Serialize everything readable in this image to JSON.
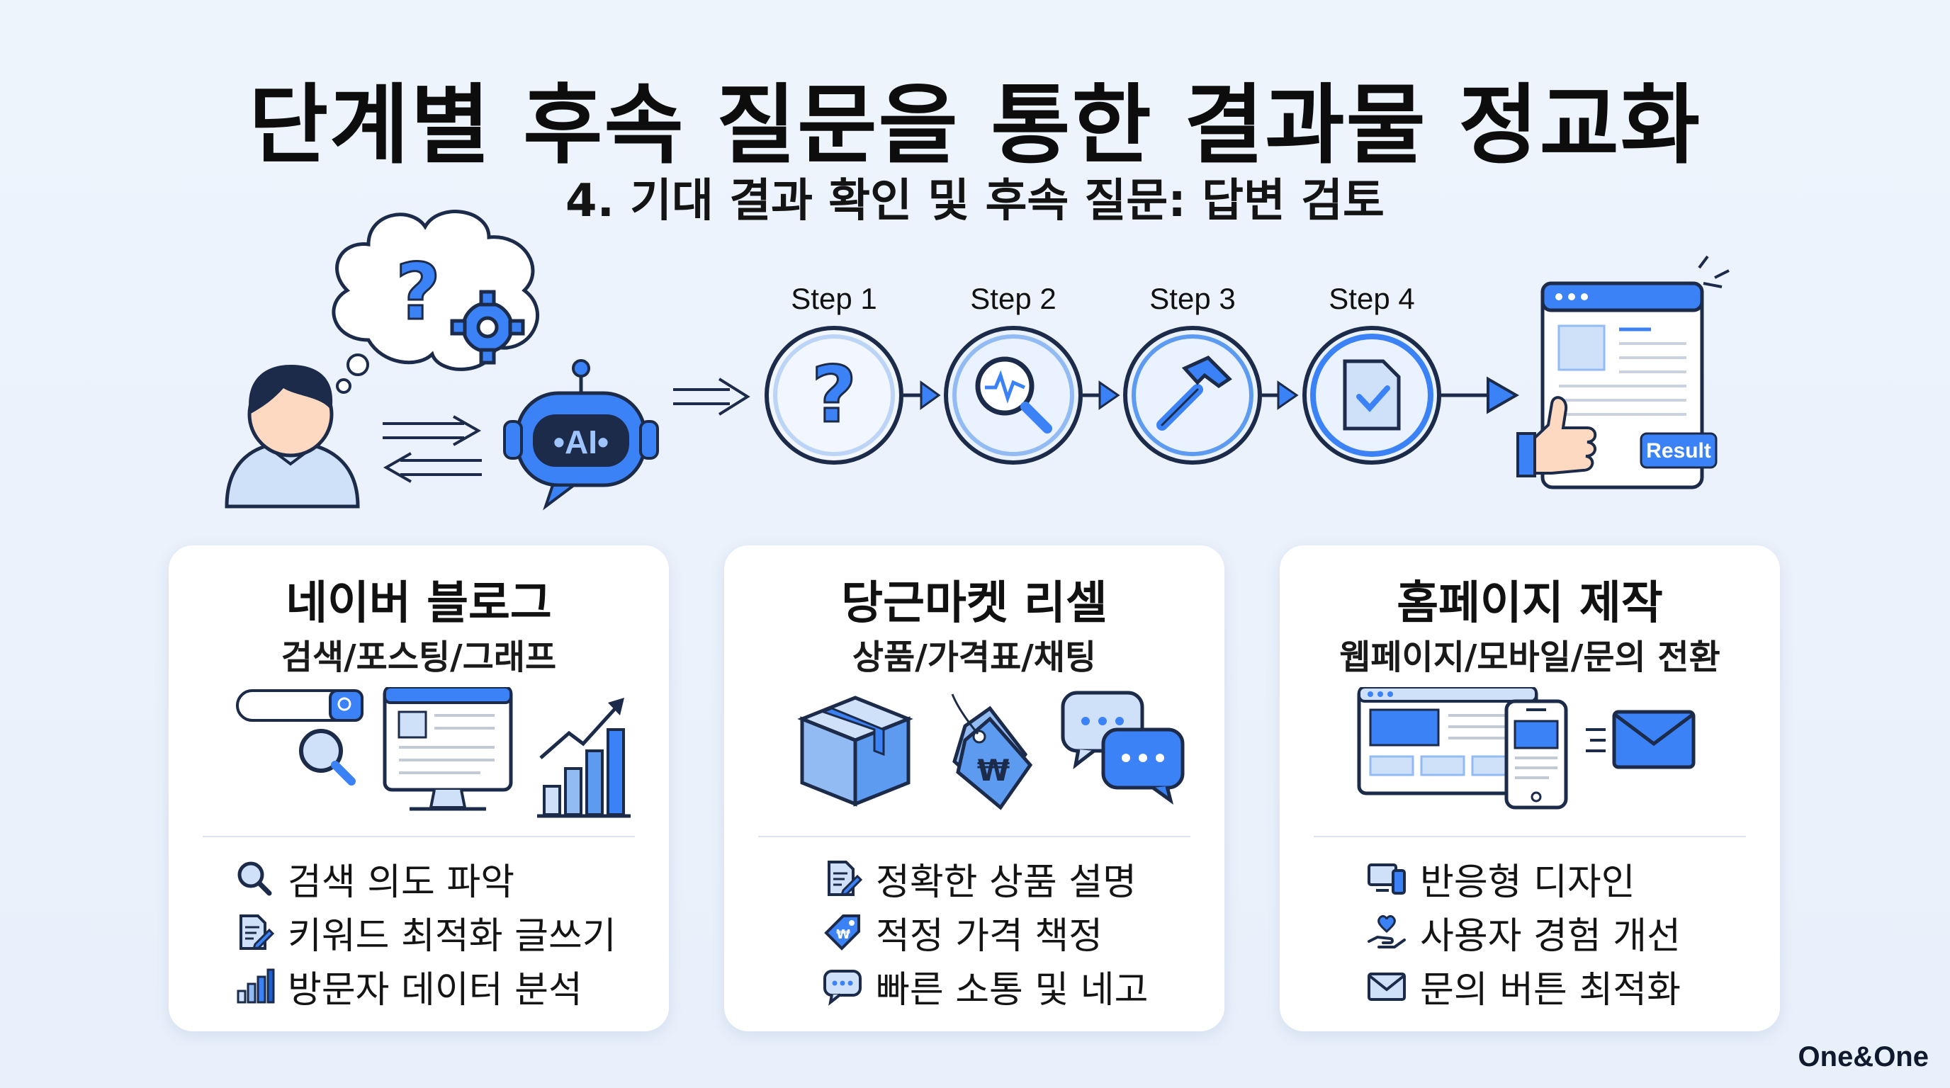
{
  "header": {
    "title": "단계별 후속 질문을 통한 결과물 정교화",
    "subtitle": "4. 기대 결과 확인 및 후속 질문: 답변 검토"
  },
  "flow": {
    "ai_label": "•AI•",
    "steps": [
      {
        "label": "Step 1",
        "icon": "question-icon"
      },
      {
        "label": "Step 2",
        "icon": "magnifier-analysis-icon"
      },
      {
        "label": "Step 3",
        "icon": "hammer-icon"
      },
      {
        "label": "Step 4",
        "icon": "document-check-icon"
      }
    ],
    "result_badge": "Result"
  },
  "cards": [
    {
      "title": "네이버 블로그",
      "subtitle": "검색/포스팅/그래프",
      "items": [
        {
          "icon": "search-icon",
          "text": "검색 의도 파악"
        },
        {
          "icon": "edit-document-icon",
          "text": "키워드 최적화 글쓰기"
        },
        {
          "icon": "bar-chart-icon",
          "text": "방문자 데이터 분석"
        }
      ]
    },
    {
      "title": "당근마켓 리셀",
      "subtitle": "상품/가격표/채팅",
      "items": [
        {
          "icon": "edit-document-icon",
          "text": "정확한 상품 설명"
        },
        {
          "icon": "price-tag-icon",
          "text": "적정 가격 책정"
        },
        {
          "icon": "chat-bubble-icon",
          "text": "빠른 소통 및 네고"
        }
      ]
    },
    {
      "title": "홈페이지 제작",
      "subtitle": "웹페이지/모바일/문의 전환",
      "items": [
        {
          "icon": "responsive-devices-icon",
          "text": "반응형 디자인"
        },
        {
          "icon": "hand-heart-icon",
          "text": "사용자 경험 개선"
        },
        {
          "icon": "envelope-icon",
          "text": "문의 버튼 최적화"
        }
      ]
    }
  ],
  "footer": {
    "brand": "One&One"
  },
  "colors": {
    "accent": "#3b82f6",
    "dark": "#1c2b4a",
    "light_blue": "#cfe0f9",
    "card_bg": "#ffffff"
  }
}
